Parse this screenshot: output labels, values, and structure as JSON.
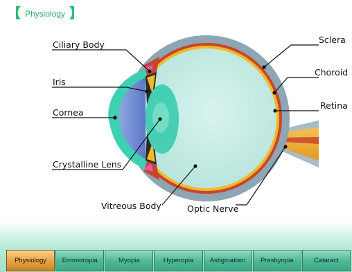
{
  "header": {
    "bracket_left": "【",
    "title": "Physiology",
    "bracket_right": "】"
  },
  "labels": {
    "ciliary_body": "Ciliary Body",
    "iris": "Iris",
    "cornea": "Cornea",
    "crystalline_lens": "Crystalline Lens",
    "vitreous_body": "Vitreous Body",
    "optic_nerve": "Optic Nerve",
    "sclera": "Sclera",
    "choroid": "Choroid",
    "retina": "Retina"
  },
  "tabs": [
    {
      "label": "Physiology",
      "active": true
    },
    {
      "label": "Emmetropia",
      "active": false
    },
    {
      "label": "Myopia",
      "active": false
    },
    {
      "label": "Hyperopia",
      "active": false
    },
    {
      "label": "Astigmatism",
      "active": false
    },
    {
      "label": "Presbyopia",
      "active": false
    },
    {
      "label": "Cataract",
      "active": false
    }
  ],
  "colors": {
    "accent": "#2dbb73",
    "sclera": "#8ea5b3",
    "choroid": "#c8462a",
    "retina": "#f1b92a",
    "vitreous": "#c5ece5",
    "cornea": "#6d8ed4",
    "lens": "#46cfb2",
    "tab_active": "#e6a243",
    "tab": "#52b998"
  }
}
